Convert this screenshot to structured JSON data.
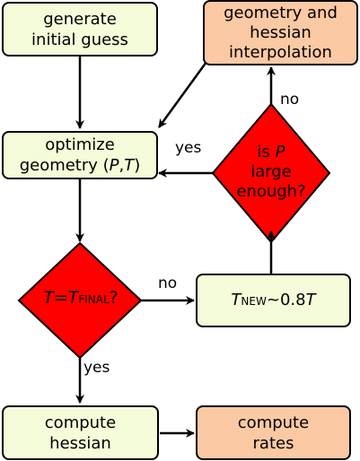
{
  "boxes": {
    "generate": {
      "line1": "generate",
      "line2": "initial guess"
    },
    "interpolation": {
      "line1": "geometry and",
      "line2": "hessian",
      "line3": "interpolation"
    },
    "optimize": {
      "line1": "optimize",
      "line2_prefix": "geometry (",
      "var_p": "P",
      "comma": ",",
      "var_t": "T",
      "line2_suffix": ")"
    },
    "tnew": {
      "t": "T",
      "sub": "NEW",
      "rest": "~0.8",
      "t2": "T"
    },
    "hessian": {
      "line1": "compute",
      "line2": "hessian"
    },
    "rates": {
      "line1": "compute",
      "line2": "rates"
    }
  },
  "decisions": {
    "p_large": {
      "line1_prefix": "is ",
      "var_p": "P",
      "line2": "large",
      "line3": "enough?"
    },
    "t_final": {
      "t": "T",
      "eq": "=",
      "t2": "T",
      "sub": "FINAL",
      "q": "?"
    }
  },
  "edge_labels": {
    "no_top": "no",
    "yes_top": "yes",
    "no_mid": "no",
    "yes_bottom": "yes"
  },
  "colors": {
    "decision_fill": "#ff0000",
    "process_fill": "#f5fcd9",
    "terminal_fill": "#fbc9a4",
    "stroke": "#000000"
  }
}
